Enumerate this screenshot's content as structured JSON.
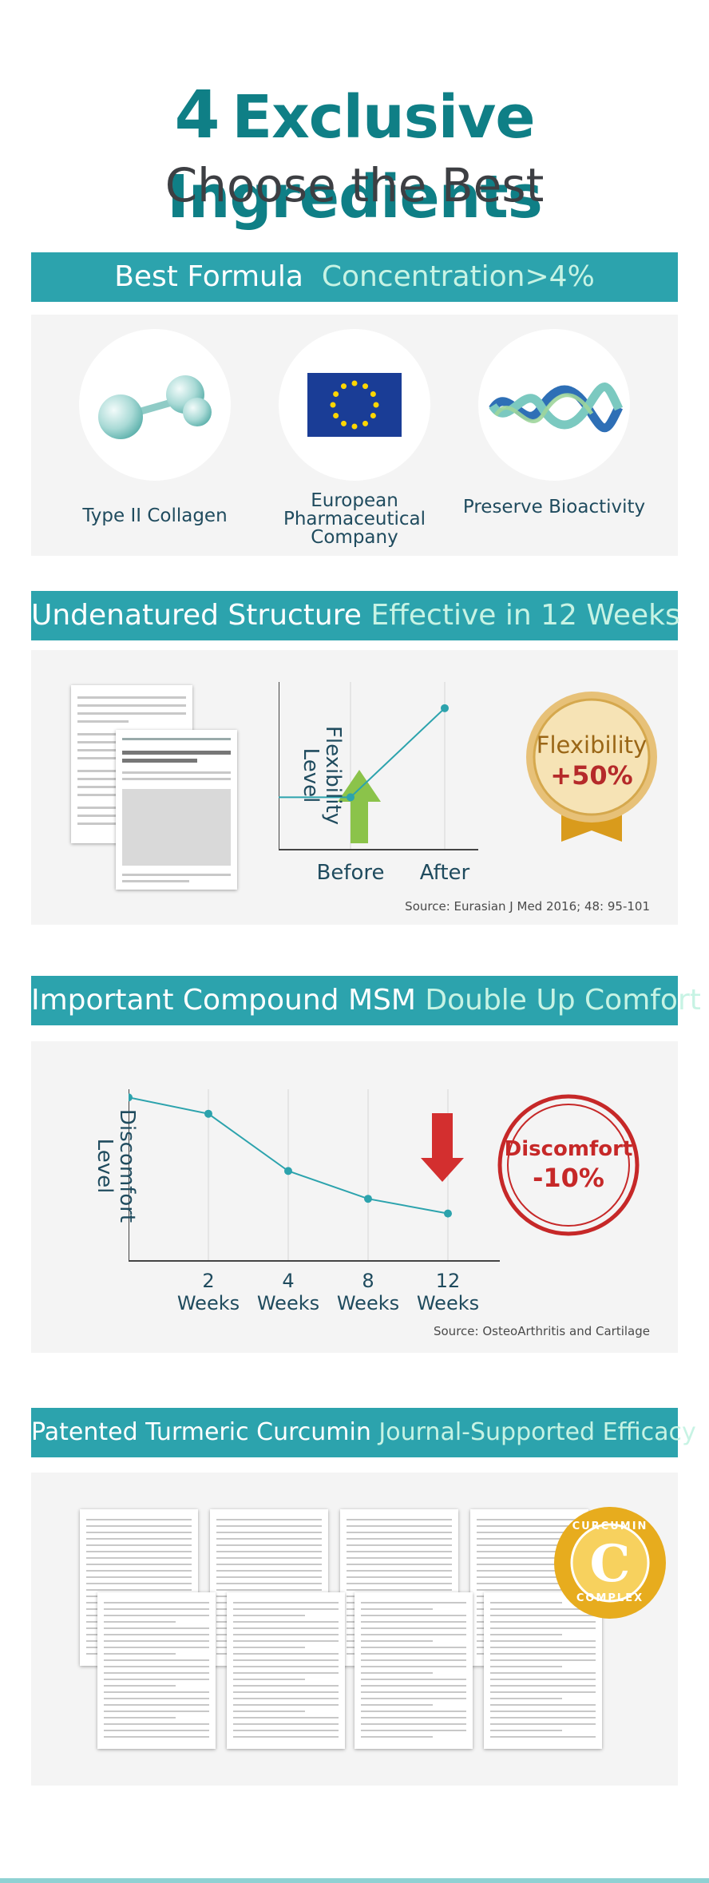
{
  "hero": {
    "number": "4",
    "title": "Exclusive Ingredients",
    "subtitle": "Choose the Best"
  },
  "section1": {
    "title": "Best Formula",
    "highlight": "Concentration>4%",
    "items": [
      {
        "label": "Type II Collagen",
        "icon": "molecule-icon"
      },
      {
        "label": "European Pharmaceutical Company",
        "icon": "eu-flag-icon"
      },
      {
        "label": "Preserve Bioactivity",
        "icon": "helix-icon"
      }
    ]
  },
  "section2": {
    "title": "Undenatured Structure",
    "highlight": "Effective in 12 Weeks",
    "badge": {
      "title": "Flexibility",
      "value": "+50%"
    },
    "source": "Source: Eurasian J Med 2016; 48: 95-101",
    "chart_data": {
      "type": "line",
      "ylabel": "Flexibility Level",
      "xlabel": "",
      "categories": [
        "Before",
        "After"
      ],
      "values": [
        1,
        2.7
      ],
      "ylim": [
        0,
        3.2
      ],
      "annotation": "increase-arrow",
      "colors": {
        "line": "#2ca3ad",
        "arrow": "#8bc34a"
      }
    }
  },
  "section3": {
    "title": "Important Compound MSM",
    "highlight": "Double Up Comfort",
    "badge": {
      "title": "Discomfort",
      "value": "-10%"
    },
    "source": "Source: OsteoArthritis and Cartilage",
    "chart_data": {
      "type": "line",
      "ylabel": "Discomfort Level",
      "xlabel": "",
      "categories": [
        "",
        "2 Weeks",
        "4 Weeks",
        "8 Weeks",
        "12 Weeks"
      ],
      "values": [
        100,
        90,
        55,
        38,
        29
      ],
      "ylim": [
        0,
        105
      ],
      "annotation": "decrease-arrow",
      "colors": {
        "line": "#2ca3ad",
        "arrow": "#d32f2f"
      }
    }
  },
  "section4": {
    "title": "Patented Turmeric Curcumin",
    "highlight": "Journal-Supported Efficacy",
    "seal": {
      "letter": "C",
      "top": "CURCUMIN",
      "bottom": "COMPLEX"
    }
  }
}
